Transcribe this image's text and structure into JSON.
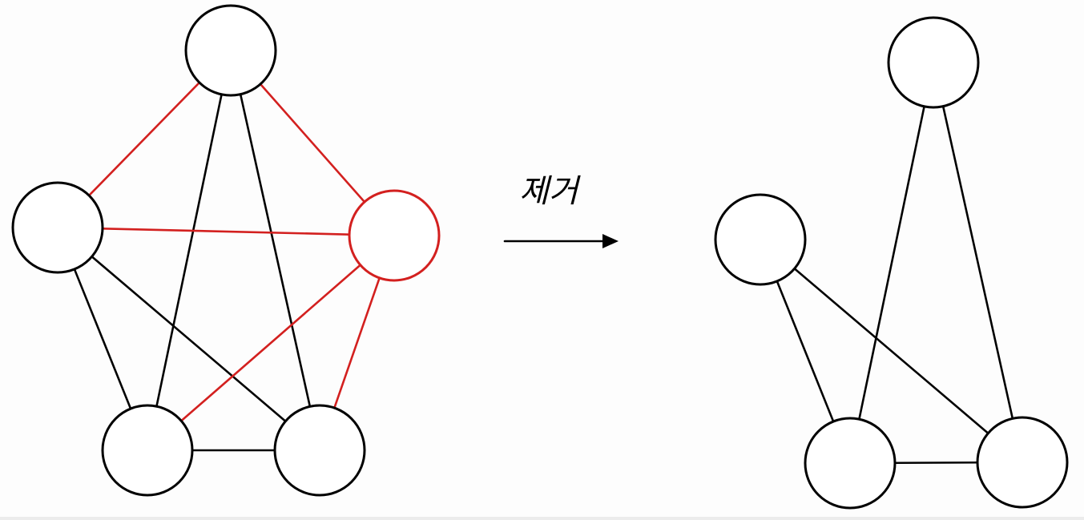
{
  "arrow_label": "제거",
  "colors": {
    "black": "#000000",
    "highlight": "#d3201f"
  },
  "left_graph": {
    "nodes": [
      {
        "id": "top",
        "highlight": false
      },
      {
        "id": "left",
        "highlight": false
      },
      {
        "id": "right",
        "highlight": true
      },
      {
        "id": "bottom-left",
        "highlight": false
      },
      {
        "id": "bottom-right",
        "highlight": false
      }
    ],
    "edges": [
      {
        "from": "top",
        "to": "left",
        "highlight": true
      },
      {
        "from": "top",
        "to": "right",
        "highlight": true
      },
      {
        "from": "top",
        "to": "bottom-left",
        "highlight": false
      },
      {
        "from": "top",
        "to": "bottom-right",
        "highlight": false
      },
      {
        "from": "left",
        "to": "right",
        "highlight": true
      },
      {
        "from": "left",
        "to": "bottom-left",
        "highlight": false
      },
      {
        "from": "left",
        "to": "bottom-right",
        "highlight": false
      },
      {
        "from": "right",
        "to": "bottom-left",
        "highlight": true
      },
      {
        "from": "right",
        "to": "bottom-right",
        "highlight": true
      },
      {
        "from": "bottom-left",
        "to": "bottom-right",
        "highlight": false
      }
    ]
  },
  "right_graph": {
    "nodes": [
      {
        "id": "top",
        "highlight": false
      },
      {
        "id": "left",
        "highlight": false
      },
      {
        "id": "bottom-left",
        "highlight": false
      },
      {
        "id": "bottom-right",
        "highlight": false
      }
    ],
    "edges": [
      {
        "from": "top",
        "to": "bottom-left",
        "highlight": false
      },
      {
        "from": "top",
        "to": "bottom-right",
        "highlight": false
      },
      {
        "from": "left",
        "to": "bottom-left",
        "highlight": false
      },
      {
        "from": "left",
        "to": "bottom-right",
        "highlight": false
      },
      {
        "from": "bottom-left",
        "to": "bottom-right",
        "highlight": false
      }
    ]
  }
}
